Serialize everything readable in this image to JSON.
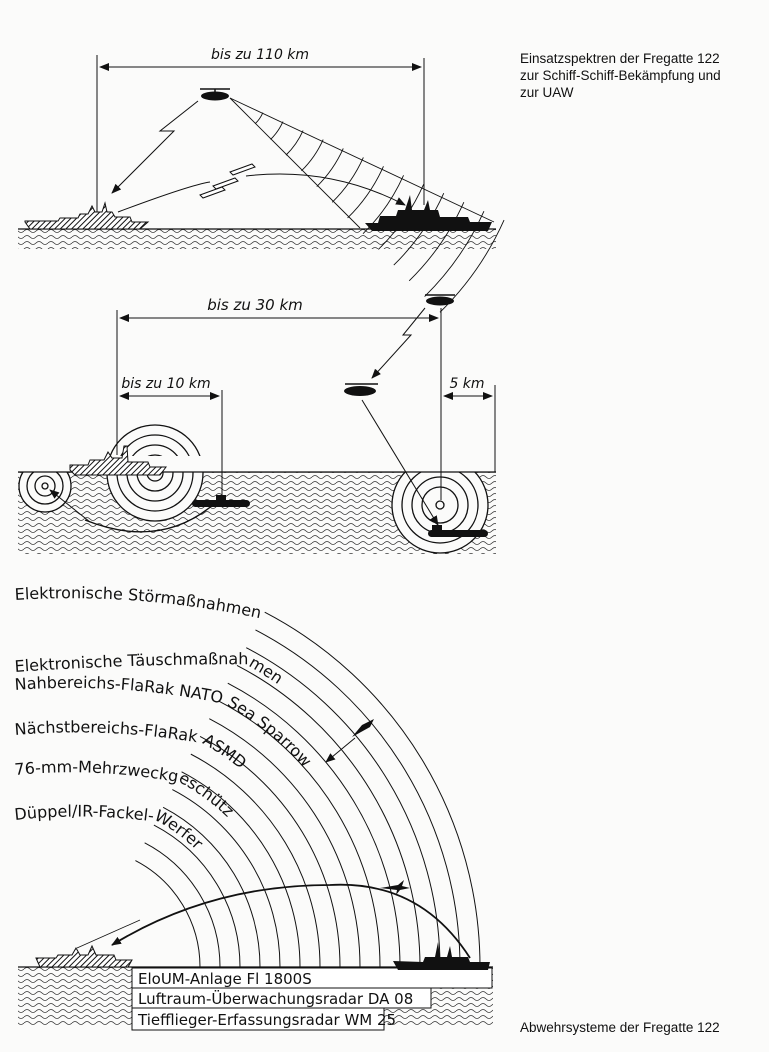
{
  "captions": {
    "top": [
      "Einsatzspektren der Fregatte 122",
      "zur Schiff-Schiff-Bekämpfung und",
      "zur UAW"
    ],
    "bottom": "Abwehrsysteme der Fregatte 122"
  },
  "diagram1": {
    "range_label": "bis zu 110 km"
  },
  "diagram2": {
    "range_label_long": "bis zu 30 km",
    "range_label_short": "bis zu 10 km",
    "range_label_helo": "5 km"
  },
  "diagram3": {
    "arc_labels": [
      "Elektronische Störmaßnahmen",
      "Elektronische Täuschmaßnahmen",
      "Nahbereichs-FlaRak NATO Sea Sparrow",
      "Nächstbereichs-FlaRak ASMD",
      "76-mm-Mehrzweckgeschütz",
      "Düppel/IR-Fackel-Werfer"
    ],
    "sensor_boxes": [
      "EloUM-Anlage Fl 1800S",
      "Luftraum-Überwachungsradar DA 08",
      "Tiefflieger-Erfassungsradar WM 25"
    ]
  },
  "colors": {
    "ink": "#111111",
    "paper": "#fbfbfa"
  }
}
